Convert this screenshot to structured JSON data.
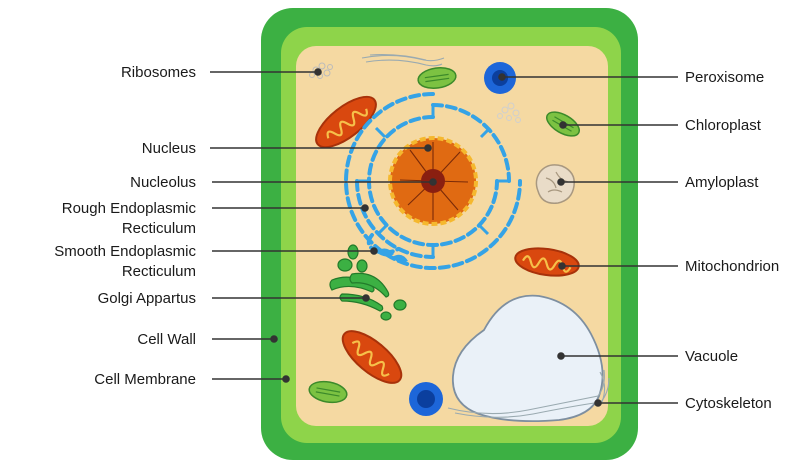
{
  "diagram": {
    "labels": {
      "ribosomes": "Ribosomes",
      "nucleus": "Nucleus",
      "nucleolus": "Nucleolus",
      "rough_er_1": "Rough Endoplasmic",
      "rough_er_2": "Recticulum",
      "smooth_er_1": "Smooth Endoplasmic",
      "smooth_er_2": "Recticulum",
      "golgi": "Golgi Appartus",
      "cell_wall": "Cell Wall",
      "cell_membrane": "Cell Membrane",
      "peroxisome": "Peroxisome",
      "chloroplast": "Chloroplast",
      "amyloplast": "Amyloplast",
      "mitochondrion": "Mitochondrion",
      "vacuole": "Vacuole",
      "cytoskeleton": "Cytoskeleton"
    },
    "colors": {
      "cell_wall": "#3cb043",
      "cell_membrane": "#8ed44a",
      "cytoplasm": "#f5d9a2",
      "nucleus": "#e06a12",
      "nucleolus": "#8a1f10",
      "endoplasmic_reticulum": "#35a3e6",
      "chloroplast": "#7cc242",
      "golgi": "#3cb043",
      "mitochondrion": "#d9480f",
      "peroxisome": "#1d66d9",
      "vacuole": "#eaf1f8",
      "amyloplast": "#e9dcc8",
      "leader_line": "#333333"
    }
  }
}
